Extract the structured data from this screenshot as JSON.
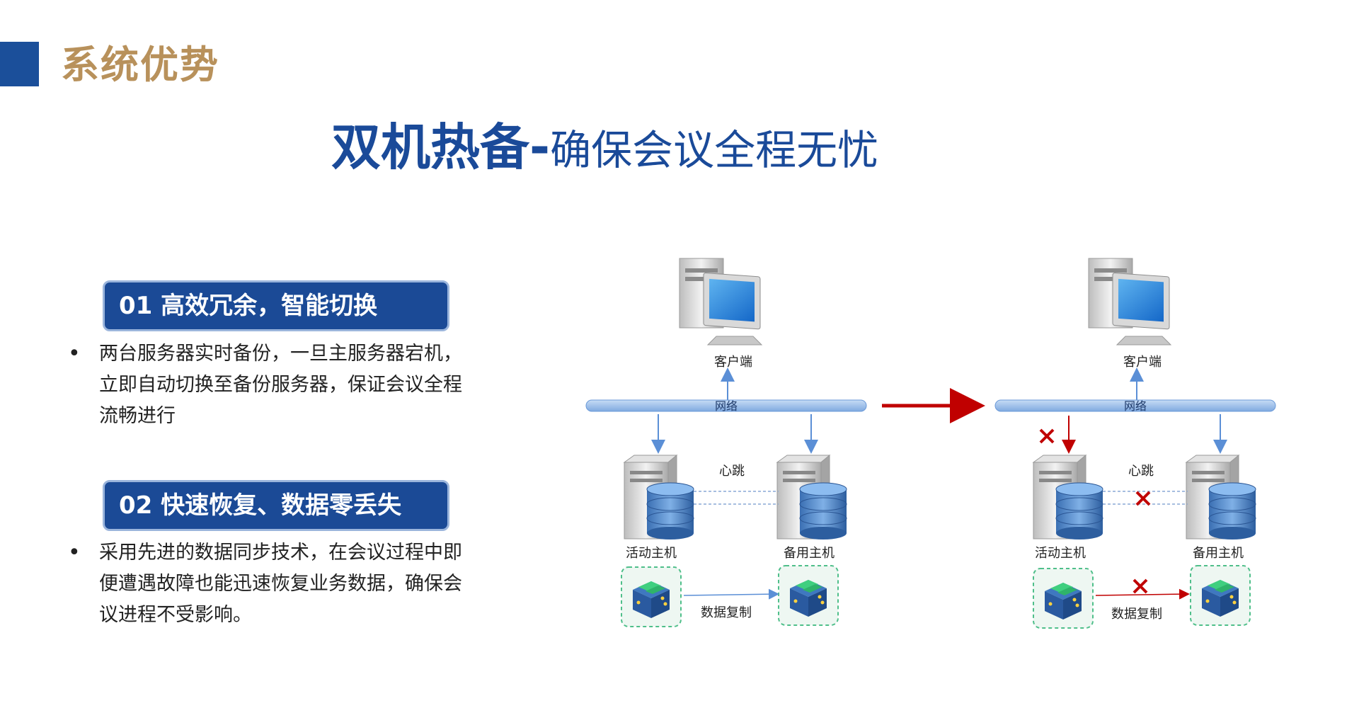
{
  "header": {
    "title": "系统优势",
    "accent_color": "#1b4f9a",
    "title_color": "#b8915b"
  },
  "headline": {
    "bold": "双机热备-",
    "light": "确保会议全程无忧",
    "color": "#1a4a99"
  },
  "features": [
    {
      "label": "01 高效冗余，智能切换",
      "description": "两台服务器实时备份，一旦主服务器宕机，立即自动切换至备份服务器，保证会议全程流畅进行"
    },
    {
      "label": "02 快速恢复、数据零丢失",
      "description": "采用先进的数据同步技术，在会议过程中即便遭遇故障也能迅速恢复业务数据，确保会议进程不受影响。"
    }
  ],
  "diagram": {
    "client": "客户端",
    "network": "网络",
    "heartbeat": "心跳",
    "active_host": "活动主机",
    "standby_host": "备用主机",
    "replication": "数据复制",
    "arrow_color": "#c00000",
    "fail_mark_color": "#c00000",
    "line_color": "#5b8fd6"
  }
}
